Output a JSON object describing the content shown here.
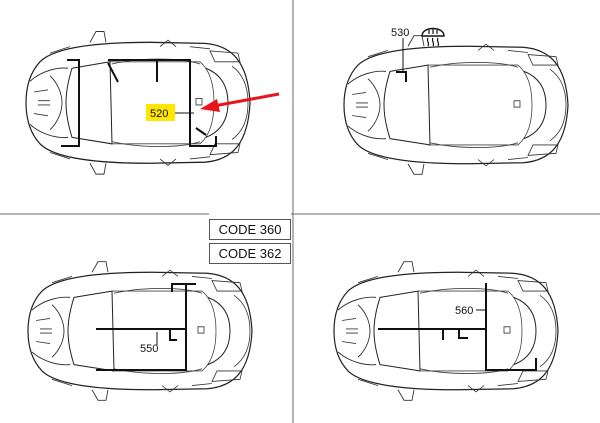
{
  "labels": {
    "q1": "520",
    "q2": "530",
    "q3": "550",
    "q4": "560"
  },
  "codes": [
    "CODE 360",
    "CODE 362"
  ],
  "colors": {
    "highlight": "#ffe600",
    "arrow": "#e8141c",
    "line": "#111111",
    "divider": "#6a6a6a"
  },
  "icons": [
    "rear-defroster-icon"
  ]
}
